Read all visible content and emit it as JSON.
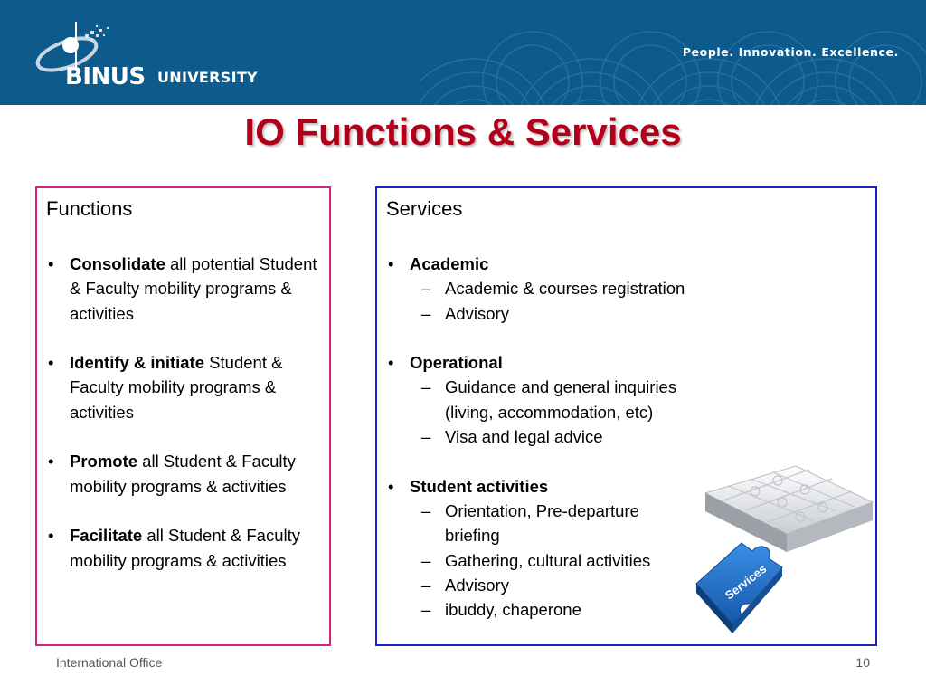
{
  "header": {
    "tagline": "People. Innovation. Excellence.",
    "logo": {
      "brand": "BINUS",
      "sub": "UNIVERSITY"
    },
    "bg_color": "#0d5a8c"
  },
  "title": "IO Functions & Services",
  "functions": {
    "heading": "Functions",
    "items": [
      {
        "bold": "Consolidate",
        "rest": " all potential Student & Faculty mobility programs & activities"
      },
      {
        "bold": "Identify & initiate",
        "rest": " Student & Faculty mobility programs & activities"
      },
      {
        "bold": "Promote",
        "rest": " all Student & Faculty mobility programs & activities"
      },
      {
        "bold": "Facilitate",
        "rest": " all Student & Faculty mobility programs & activities"
      }
    ]
  },
  "services": {
    "heading": "Services",
    "groups": [
      {
        "label": "Academic",
        "subs": [
          "Academic & courses registration",
          "Advisory"
        ]
      },
      {
        "label": "Operational",
        "subs": [
          "Guidance and general inquiries (living,  accommodation, etc)",
          "Visa and legal advice"
        ]
      },
      {
        "label": "Student activities",
        "subs": [
          "Orientation, Pre-departure briefing",
          "Gathering, cultural activities",
          "Advisory",
          "ibuddy, chaperone"
        ]
      }
    ],
    "illustration_label": "Services"
  },
  "footer": {
    "left": "International Office",
    "page_number": "10"
  },
  "colors": {
    "title": "#b2001a",
    "functions_border": "#d4237a",
    "services_border": "#1a20c4",
    "puzzle_blue": "#1e6fd0"
  }
}
